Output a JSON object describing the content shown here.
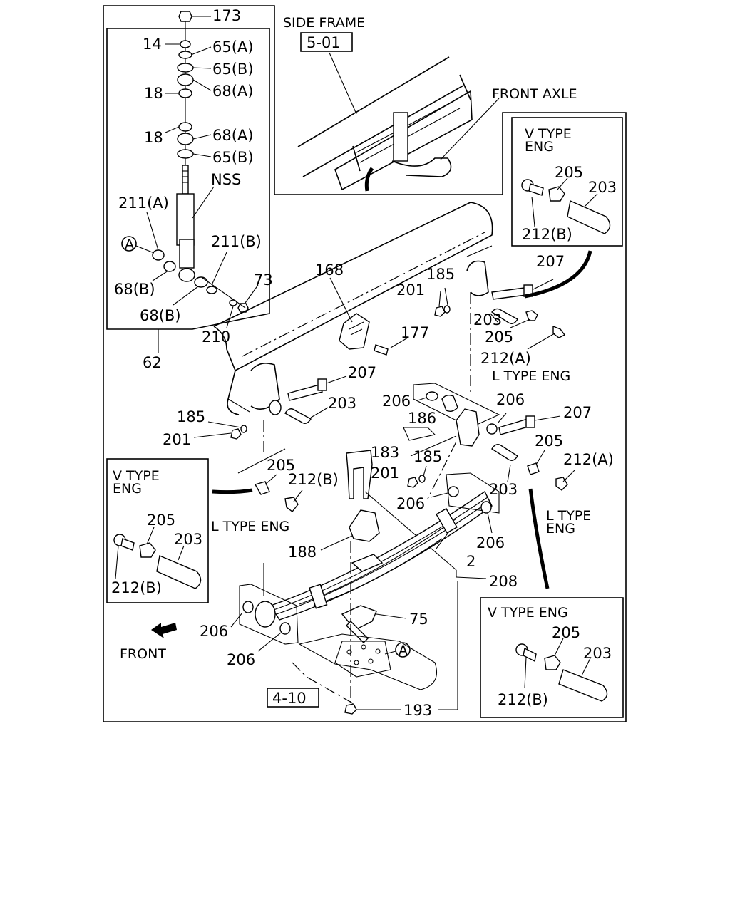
{
  "references": {
    "side_frame": "SIDE FRAME",
    "side_frame_ref": "5-01",
    "front_axle": "FRONT AXLE",
    "axle_ref": "4-10",
    "front": "FRONT"
  },
  "insets": {
    "v_type": "V TYPE",
    "eng": "ENG",
    "v_type_eng": "V TYPE ENG",
    "l_type_eng": "L TYPE ENG",
    "l_type": "L TYPE"
  },
  "parts": {
    "p173": "173",
    "p14": "14",
    "p65a": "65(A)",
    "p65b": "65(B)",
    "p18": "18",
    "p68a": "68(A)",
    "p68b": "68(B)",
    "nss": "NSS",
    "p211a": "211(A)",
    "p211b": "211(B)",
    "callout_a": "A",
    "p73": "73",
    "p210": "210",
    "p62": "62",
    "p168": "168",
    "p185": "185",
    "p201": "201",
    "p177": "177",
    "p207": "207",
    "p203": "203",
    "p205": "205",
    "p212a": "212(A)",
    "p212b": "212(B)",
    "p206": "206",
    "p186": "186",
    "p183": "183",
    "p188": "188",
    "p2": "2",
    "p208": "208",
    "p75": "75",
    "p193": "193"
  }
}
